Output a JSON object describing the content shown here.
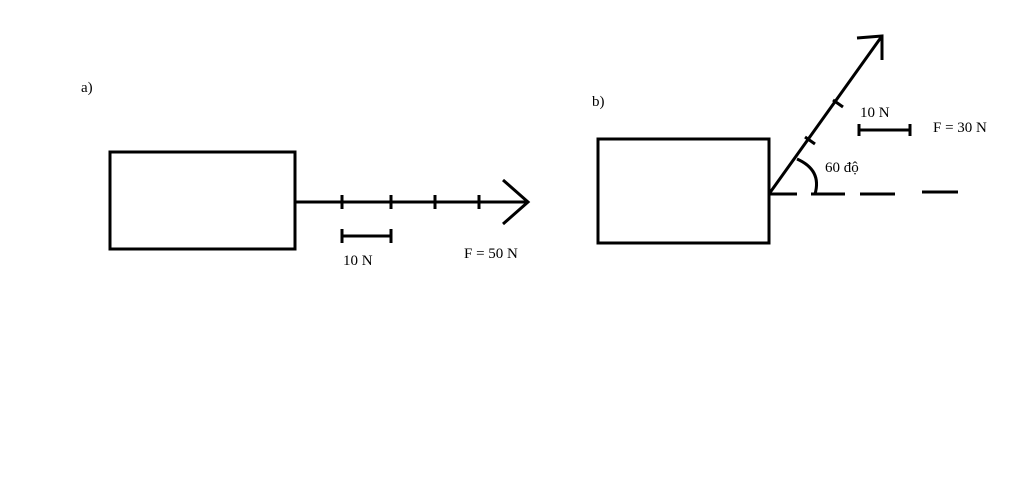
{
  "diagram_a": {
    "label": "a)",
    "scale_label": "10 N",
    "force_label": "F = 50 N"
  },
  "diagram_b": {
    "label": "b)",
    "scale_label": "10 N",
    "force_label": "F = 30 N",
    "angle_label": "60 độ"
  },
  "colors": {
    "ink": "#000000",
    "background": "#ffffff"
  }
}
